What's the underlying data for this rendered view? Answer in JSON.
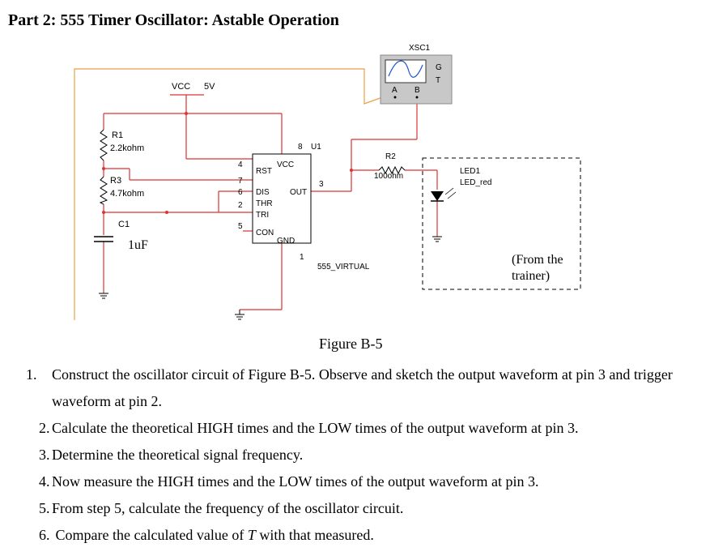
{
  "heading": "Part 2: 555 Timer Oscillator: Astable Operation",
  "circuit": {
    "vcc_label": "VCC",
    "vcc_value": "5V",
    "r1_name": "R1",
    "r1_value": "2.2kohm",
    "r3_name": "R3",
    "r3_value": "4.7kohm",
    "c1_name": "C1",
    "c1_value": "1uF",
    "u1_name": "U1",
    "u1_part": "555_VIRTUAL",
    "pins": {
      "rst": "RST",
      "vcc": "VCC",
      "dis": "DIS",
      "thr": "THR",
      "tri": "TRI",
      "con": "CON",
      "gnd": "GND",
      "out": "OUT",
      "p4": "4",
      "p7": "7",
      "p6": "6",
      "p2": "2",
      "p5": "5",
      "p8": "8",
      "p3": "3",
      "p1": "1"
    },
    "r2_name": "R2",
    "r2_value": "100ohm",
    "led_name": "LED1",
    "led_type": "LED_red",
    "scope_name": "XSC1",
    "scope_a": "A",
    "scope_b": "B",
    "scope_g": "G",
    "scope_t": "T",
    "trainer_note_1": "(From the",
    "trainer_note_2": "trainer)"
  },
  "caption": "Figure B-5",
  "steps": [
    {
      "num": "1.",
      "text": "Construct the oscillator circuit of Figure B-5. Observe and sketch the output waveform at pin 3 and trigger waveform at pin 2."
    },
    {
      "num": "2.",
      "text": "Calculate the theoretical HIGH times and the LOW times of the output waveform at pin 3."
    },
    {
      "num": "3.",
      "text": "Determine the theoretical signal frequency."
    },
    {
      "num": "4.",
      "text": "Now measure the HIGH times and the LOW times of the output waveform at pin 3."
    },
    {
      "num": "5.",
      "text": "From step 5, calculate the frequency of the oscillator circuit."
    },
    {
      "num": "6.",
      "text_before": "Compare the calculated value of ",
      "text_italic": "T",
      "text_after": " with that measured."
    }
  ]
}
